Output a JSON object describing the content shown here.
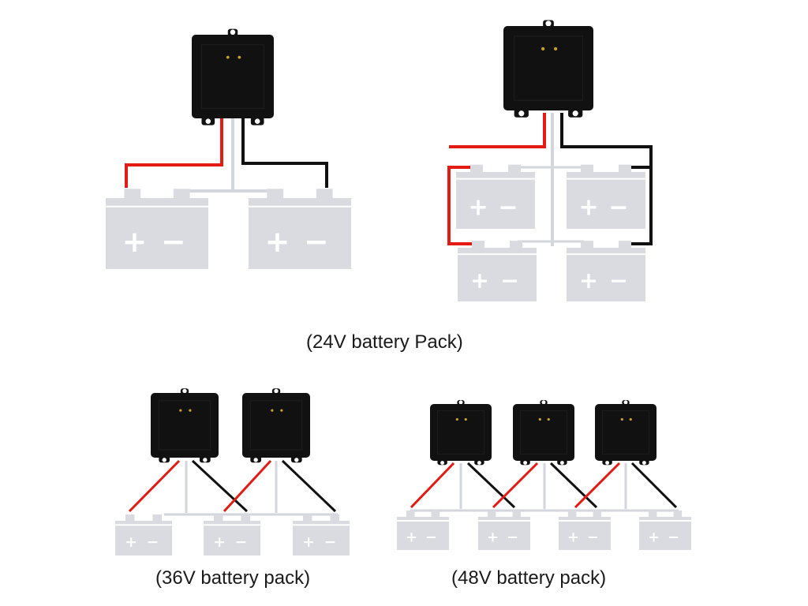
{
  "captions": {
    "pack_24v": "(24V battery Pack)",
    "pack_36v": "(36V battery pack)",
    "pack_48v": "(48V battery pack)"
  },
  "battery": {
    "plus": "+",
    "minus": "−"
  },
  "colors": {
    "battery_fill": "#d9dbe0",
    "battery_text": "#ffffff",
    "balancer_body": "#111111",
    "wire_positive": "#e31b12",
    "wire_negative": "#111111",
    "wire_link": "#d3d6dc",
    "led": "#c9a227"
  },
  "icons": {
    "battery": "battery-icon",
    "balancer": "battery-balancer-icon",
    "wire": "wire-icon"
  }
}
